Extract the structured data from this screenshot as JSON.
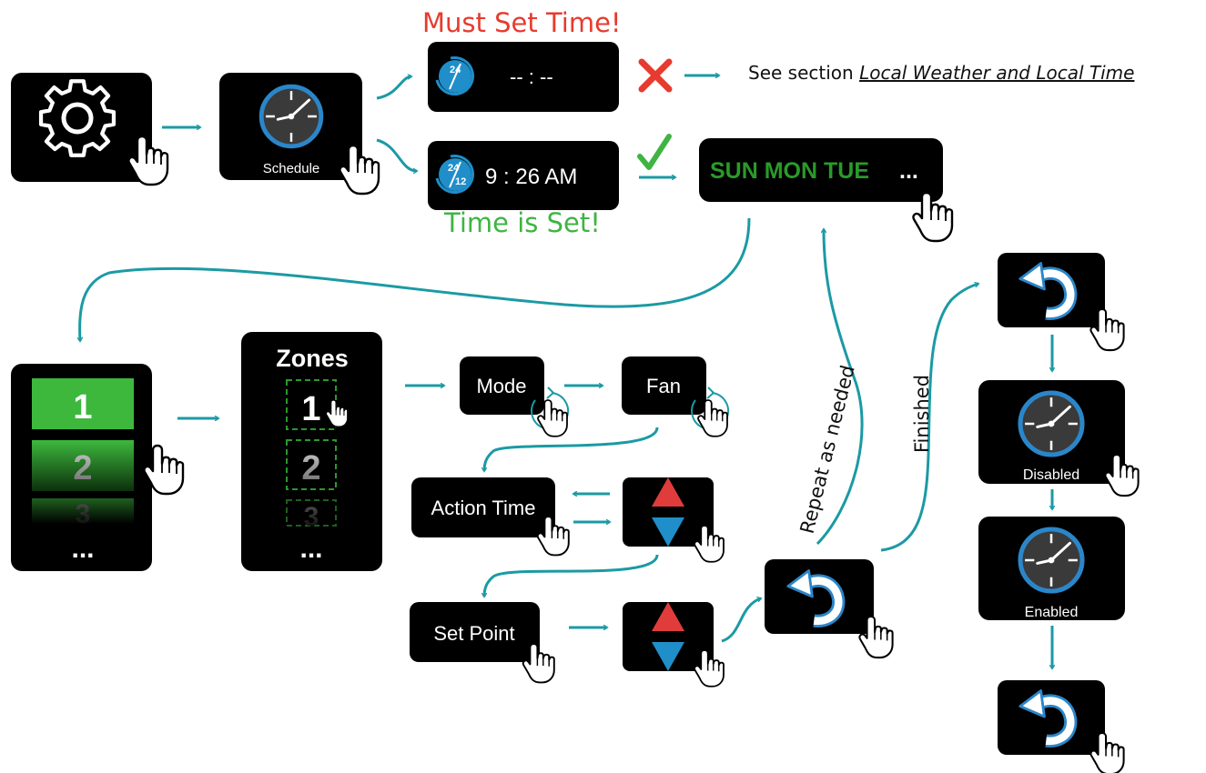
{
  "colors": {
    "screen": "#000000",
    "accent": "#1b9aa4",
    "dial_ring": "#2b86c9",
    "dial_face": "#3a3a3a",
    "warning": "#e63b2e",
    "success": "#3fb443",
    "zone_green": "#3db83d",
    "days_green": "#2a9a2a",
    "arrow_up": "#e03c3c",
    "arrow_down": "#1f8ec9"
  },
  "icons": [
    "gear-icon",
    "clock-icon",
    "hand-pointer-icon",
    "time-format-24-12-icon",
    "cross-icon",
    "check-icon",
    "back-arrow-icon",
    "up-down-arrows-icon",
    "rotate-arrow-icon"
  ],
  "header": {
    "must_set_time": "Must Set Time!",
    "time_is_set": "Time is Set!",
    "see_section_prefix": "See section ",
    "see_section_link": "Local Weather and Local Time"
  },
  "schedule": {
    "label": "Schedule"
  },
  "time_box": {
    "unset_value": "-- : --",
    "set_value": "9 : 26 AM",
    "badge_top": "24",
    "badge_bottom": "12"
  },
  "days_box": {
    "text": "SUN MON TUE",
    "ellipsis": "..."
  },
  "zones_list": {
    "items": [
      "1",
      "2",
      "3"
    ],
    "more": "..."
  },
  "zones_panel": {
    "title": "Zones",
    "items": [
      "1",
      "2",
      "3"
    ],
    "more": "..."
  },
  "buttons": {
    "mode": "Mode",
    "fan": "Fan",
    "action_time": "Action Time",
    "set_point": "Set Point"
  },
  "flow_labels": {
    "repeat": "Repeat as needed",
    "finished": "Finished"
  },
  "status_labels": {
    "disabled": "Disabled",
    "enabled": "Enabled"
  }
}
